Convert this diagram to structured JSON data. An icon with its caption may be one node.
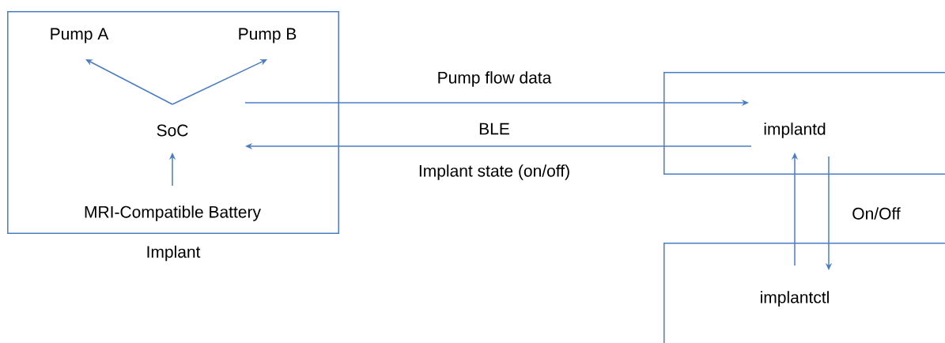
{
  "diagram": {
    "nodes": [
      {
        "text": [
          "Implant"
        ]
      },
      {
        "text": [
          "Pump A"
        ],
        "in": 0
      },
      {
        "text": [
          "Pump B"
        ],
        "in": 0
      },
      {
        "text": [
          "SoC"
        ],
        "in": 0
      },
      {
        "text": [
          "MRI-Compatible Battery"
        ],
        "in": 0
      },
      {
        "text": [],
        "shape": "box"
      },
      {
        "text": [
          "implantd"
        ],
        "in": 5
      },
      {
        "text": [],
        "shape": "box"
      },
      {
        "text": [
          "implantctl"
        ],
        "in": 7
      }
    ],
    "edges": [
      {
        "from": 3,
        "to": 1,
        "arrow": "to"
      },
      {
        "from": 3,
        "to": 2,
        "arrow": "to"
      },
      {
        "from": 4,
        "to": 3,
        "arrow": "to"
      },
      {
        "from": 3,
        "to": 6,
        "arrow": "to",
        "label": "Pump flow data"
      },
      {
        "from": 6,
        "to": 3,
        "arrow": "to",
        "label": "Implant state (on/off)"
      },
      {
        "from": 6,
        "to": 8,
        "arrow": "to",
        "label": "On/Off"
      },
      {
        "from": 8,
        "to": 6,
        "arrow": "to"
      }
    ],
    "labels": [
      "BLE"
    ]
  }
}
